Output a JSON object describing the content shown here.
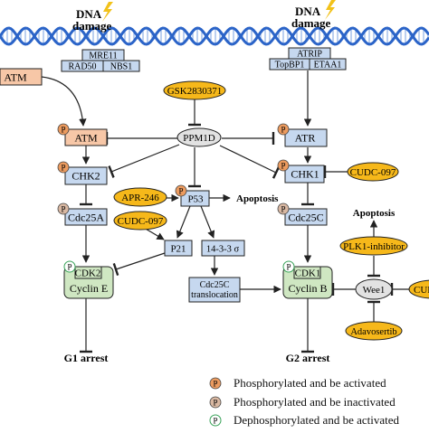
{
  "damage": {
    "label_dna": "DNA",
    "label_damage": "damage"
  },
  "complex_left": {
    "top": "MRE11",
    "bottom_left": "RAD50",
    "bottom_right": "NBS1"
  },
  "complex_right": {
    "top": "ATRIP",
    "bottom_left": "TopBP1",
    "bottom_right": "ETAA1"
  },
  "nodes": {
    "atm_source": "ATM",
    "atm": "ATM",
    "chk2": "CHK2",
    "cdc25a": "Cdc25A",
    "cdk2": "CDK2",
    "cyclin_e": "Cyclin E",
    "ppm1d": "PPM1D",
    "p53": "P53",
    "apoptosis_mid": "Apoptosis",
    "p21": "P21",
    "sigma": "14-3-3 σ",
    "cdc25c_trans_1": "Cdc25C",
    "cdc25c_trans_2": "translocation",
    "atr": "ATR",
    "chk1": "CHK1",
    "cdc25c": "Cdc25C",
    "cdk1": "CDK1",
    "cyclin_b": "Cyclin B",
    "wee1": "Wee1",
    "apoptosis_right": "Apoptosis",
    "g1_arrest": "G1 arrest",
    "g2_arrest": "G2 arrest"
  },
  "drugs": {
    "gsk": "GSK2830371",
    "apr": "APR-246",
    "cudc_left": "CUDC-097",
    "cudc_right": "CUDC-097",
    "plk1": "PLK1-inhibitor",
    "adavosertib": "Adavosertib",
    "cudc_clipped": "CUDC"
  },
  "badge": "P",
  "legend": [
    {
      "kind": "activated",
      "text": "Phosphorylated and be activated"
    },
    {
      "kind": "inactivated",
      "text": "Phosphorylated and be inactivated"
    },
    {
      "kind": "dephos",
      "text": "Dephosphorylated and be activated"
    }
  ],
  "colors": {
    "dna_strand": "#2b64c8",
    "dna_rung": "#8fb0e6",
    "box_blue": "#c6d8ef",
    "box_green": "#cfe7c2",
    "box_peach": "#f7c7a7",
    "ellipse_gray": "#e2e2e2",
    "drug_fill": "#f6b81a",
    "badge_orange": "#ec9b5f",
    "badge_tan": "#d9b8a2",
    "badge_green_stroke": "#3aa35a",
    "lightning": "#f2c21a"
  }
}
